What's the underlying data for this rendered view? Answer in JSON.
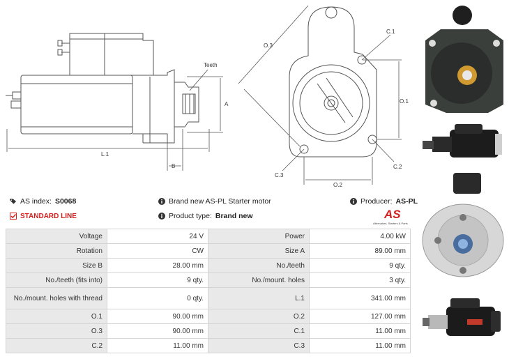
{
  "drawing_labels": {
    "teeth": "Teeth",
    "a": "A",
    "b": "B",
    "l1": "L.1",
    "o3": "O.3",
    "c1": "C.1",
    "o1": "O.1",
    "c2": "C.2",
    "c3": "C.3",
    "o2": "O.2"
  },
  "info": {
    "as_index_label": "AS index:",
    "as_index_value": "S0068",
    "description": "Brand new AS-PL Starter motor",
    "producer_label": "Producer:",
    "producer_value": "AS-PL",
    "line": "STANDARD LINE",
    "product_type_label": "Product type:",
    "product_type_value": "Brand new"
  },
  "logo": {
    "mark": "AS",
    "tagline": "Alternators, Starters & Parts"
  },
  "specs": [
    [
      "Voltage",
      "24 V",
      "Power",
      "4.00 kW"
    ],
    [
      "Rotation",
      "CW",
      "Size A",
      "89.00 mm"
    ],
    [
      "Size B",
      "28.00 mm",
      "No./teeth",
      "9 qty."
    ],
    [
      "No./teeth (fits into)",
      "9 qty.",
      "No./mount. holes",
      "3 qty."
    ],
    [
      "No./mount. holes with thread",
      "0 qty.",
      "L.1",
      "341.00 mm"
    ],
    [
      "O.1",
      "90.00 mm",
      "O.2",
      "127.00 mm"
    ],
    [
      "O.3",
      "90.00 mm",
      "C.1",
      "11.00 mm"
    ],
    [
      "C.2",
      "11.00 mm",
      "C.3",
      "11.00 mm"
    ]
  ],
  "colors": {
    "accent_red": "#d21f1f",
    "key_cell": "#e9e9e9"
  }
}
